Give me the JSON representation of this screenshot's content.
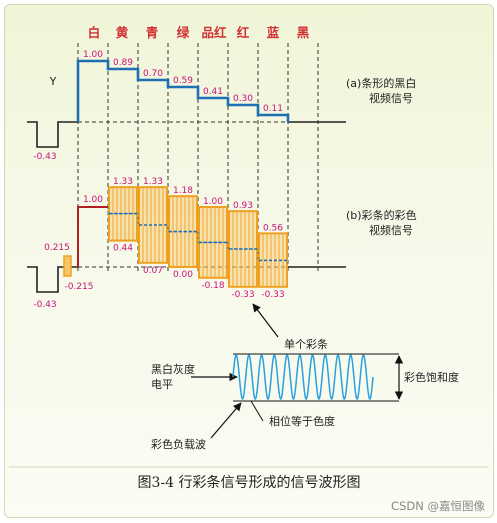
{
  "color_bars": [
    "白",
    "黄",
    "青",
    "绿",
    "品红",
    "红",
    "蓝",
    "黑"
  ],
  "luma_signal": {
    "label": "Y",
    "sync_level": "-0.43",
    "levels": [
      "1.00",
      "0.89",
      "0.70",
      "0.59",
      "0.41",
      "0.30",
      "0.11"
    ],
    "description_line1": "(a)条形的黑白",
    "description_line2": "视频信号"
  },
  "chroma_signal": {
    "burst_high": "0.215",
    "burst_low": "-0.215",
    "sync_level": "-0.43",
    "white_level": "1.00",
    "top_values": [
      "1.33",
      "1.33",
      "1.18",
      "1.00",
      "0.93",
      "0.56"
    ],
    "bottom_values": [
      "0.44",
      "0.07",
      "0.00",
      "-0.18",
      "-0.33",
      "-0.33"
    ],
    "description_line1": "(b)彩条的彩色",
    "description_line2": "视频信号"
  },
  "subcarrier_diagram": {
    "single_bar_label": "单个彩条",
    "luma_level_line1": "黑白灰度",
    "luma_level_line2": "电平",
    "saturation_label": "彩色饱和度",
    "phase_label": "相位等于色度",
    "carrier_label": "彩色负载波"
  },
  "caption": "图3-4 行彩条信号形成的信号波形图",
  "watermark": "CSDN @嘉恒图像",
  "colors": {
    "luma_line": "#1f6fb4",
    "chroma_outline": "#f0a020",
    "chroma_fill": "#f6c66a",
    "white_bar_line": "#b02020",
    "value_text": "#c8147a",
    "color_name_text": "#d23030"
  }
}
